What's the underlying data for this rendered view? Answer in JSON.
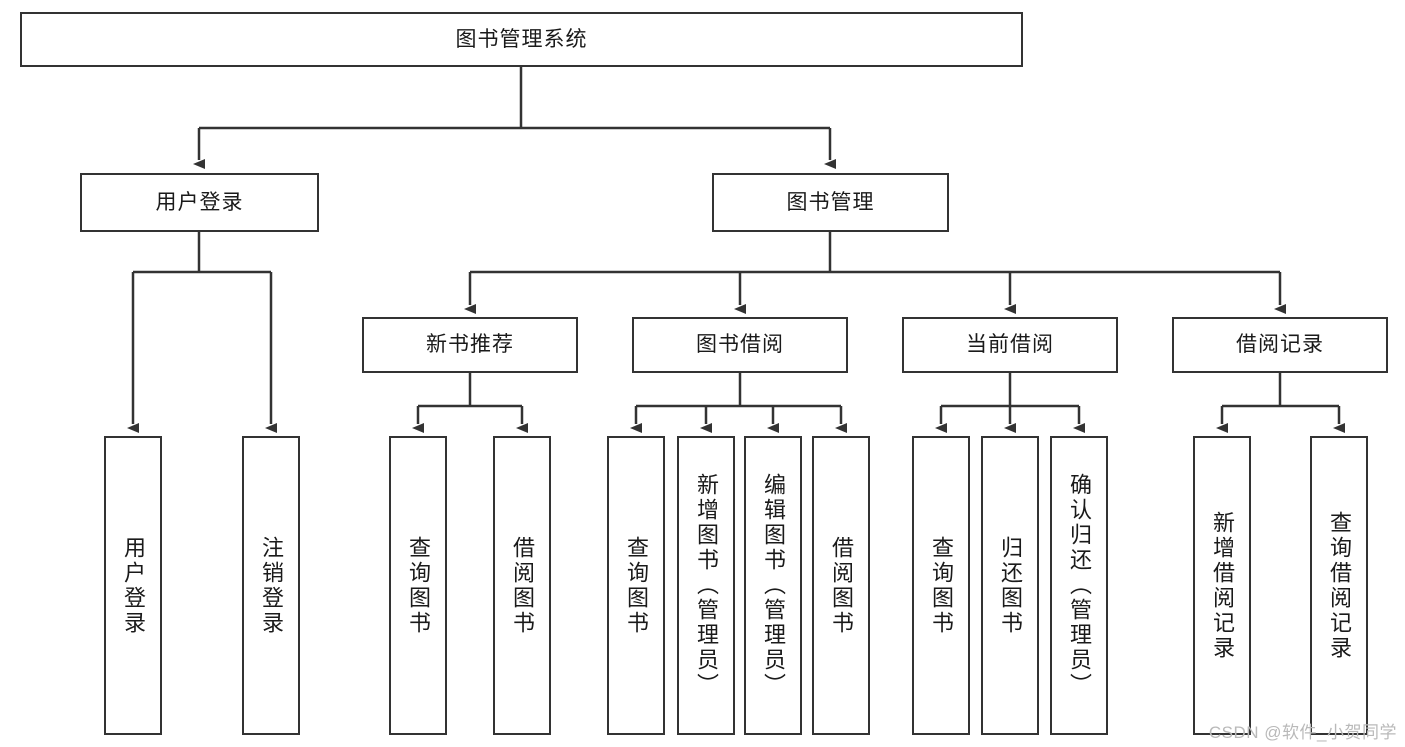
{
  "diagram": {
    "title": "图书管理系统",
    "type": "tree-hierarchy-diagram",
    "root": {
      "label": "图书管理系统"
    },
    "level1": [
      {
        "label": "用户登录"
      },
      {
        "label": "图书管理"
      }
    ],
    "level2": [
      {
        "label": "新书推荐"
      },
      {
        "label": "图书借阅"
      },
      {
        "label": "当前借阅"
      },
      {
        "label": "借阅记录"
      }
    ],
    "leaves": {
      "user_login": [
        {
          "label": "用户登录"
        },
        {
          "label": "注销登录"
        }
      ],
      "new_book_recommend": [
        {
          "label": "查询图书"
        },
        {
          "label": "借阅图书"
        }
      ],
      "book_borrow": [
        {
          "label": "查询图书"
        },
        {
          "label": "新增图书（管理员）"
        },
        {
          "label": "编辑图书（管理员）"
        },
        {
          "label": "借阅图书"
        }
      ],
      "current_borrow": [
        {
          "label": "查询图书"
        },
        {
          "label": "归还图书"
        },
        {
          "label": "确认归还（管理员）"
        }
      ],
      "borrow_record": [
        {
          "label": "新增借阅记录"
        },
        {
          "label": "查询借阅记录"
        }
      ]
    }
  },
  "watermark": {
    "text": "CSDN @软件_小贺同学"
  },
  "colors": {
    "stroke": "#333333",
    "box_fill": "#ffffff",
    "text": "#1a1a1a",
    "watermark": "#b9b9b9",
    "background": "#ffffff"
  }
}
